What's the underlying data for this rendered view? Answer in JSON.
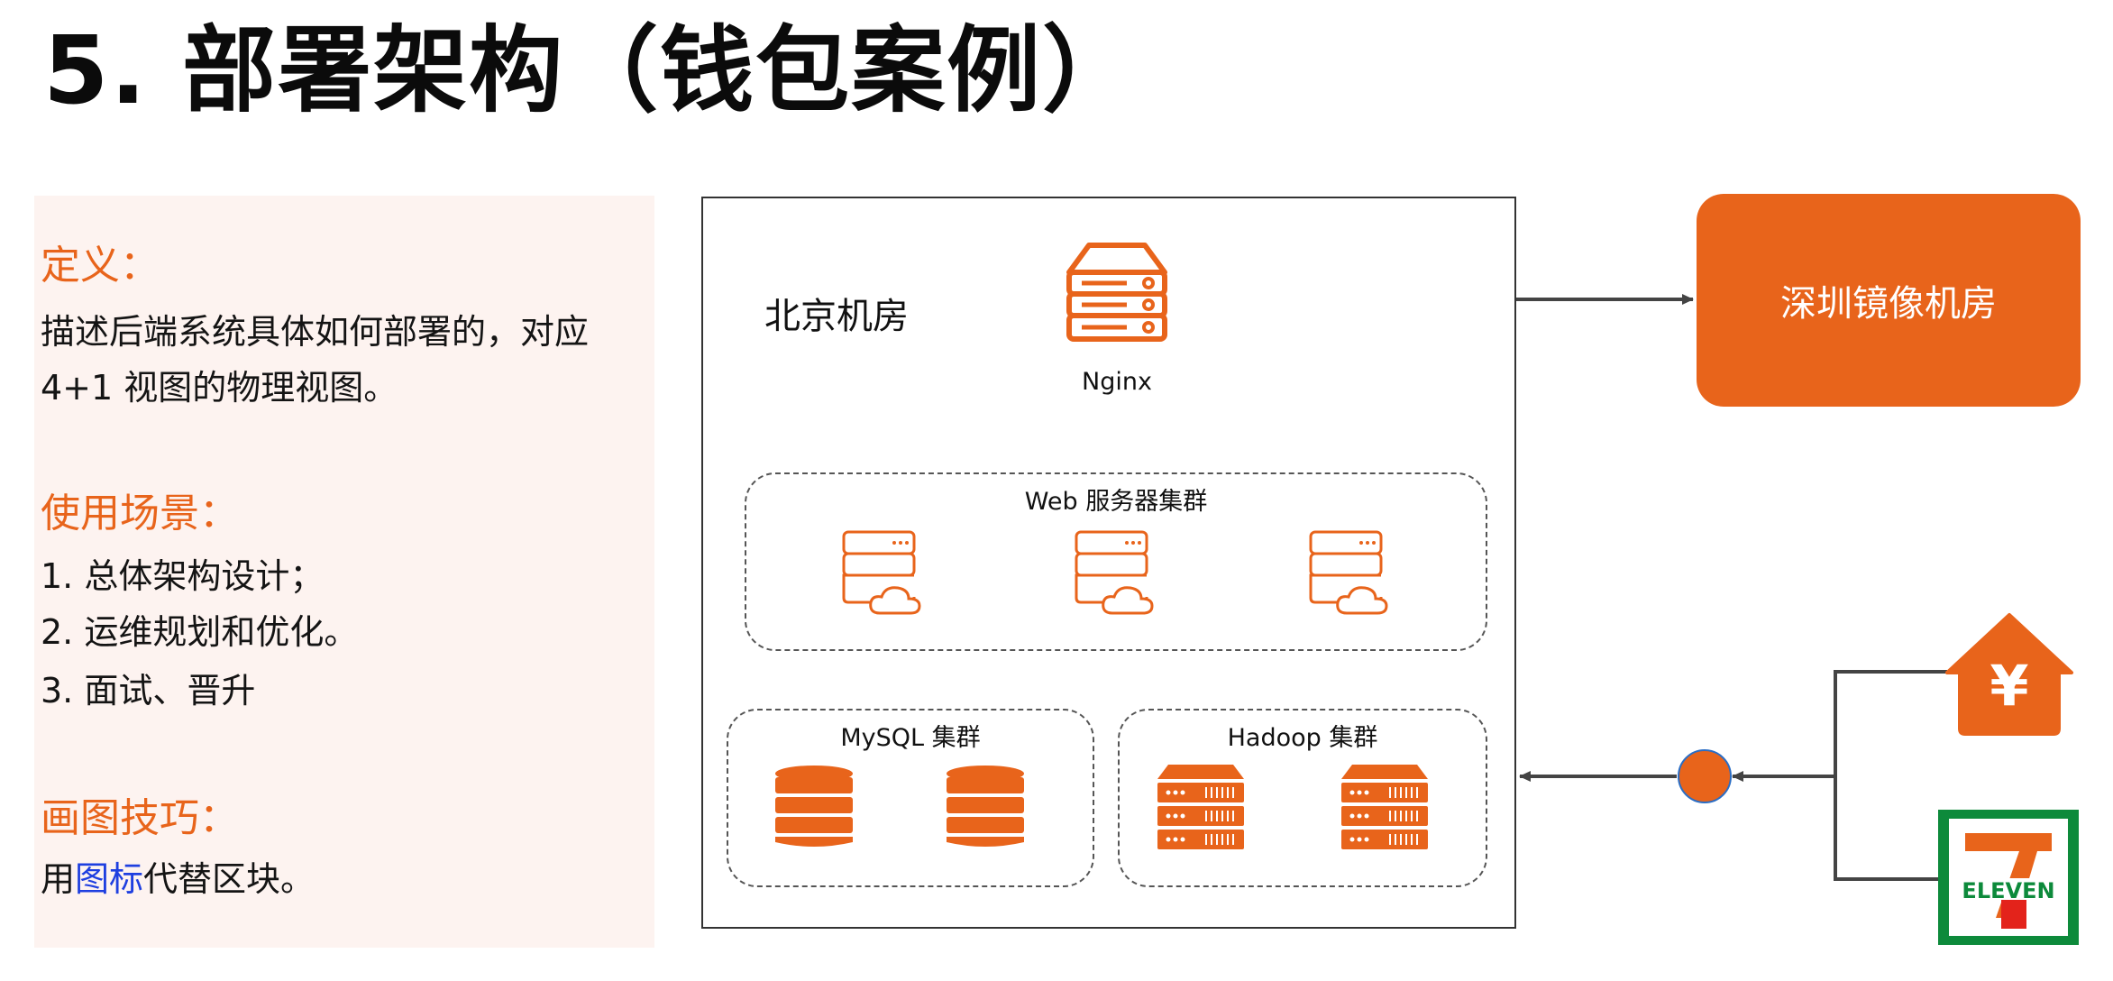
{
  "title": "5. 部署架构（钱包案例）",
  "left_panel": {
    "definition_heading": "定义：",
    "definition_lines": [
      "描述后端系统具体如何部署的，对应",
      "4+1 视图的物理视图。"
    ],
    "scenarios_heading": "使用场景：",
    "scenarios": [
      "1. 总体架构设计；",
      "2. 运维规划和优化。",
      "3. 面试、晋升"
    ],
    "tips_heading": "画图技巧：",
    "tips_prefix": "用",
    "tips_link": "图标",
    "tips_suffix": "代替区块。"
  },
  "diagram": {
    "beijing_room": "北京机房",
    "nginx_label": "Nginx",
    "web_cluster": "Web 服务器集群",
    "mysql_cluster": "MySQL 集群",
    "hadoop_cluster": "Hadoop 集群",
    "shenzhen_room": "深圳镜像机房",
    "yuan_symbol": "¥",
    "seven_eleven_text": "ELEVEN"
  },
  "colors": {
    "accent": "#e8641b",
    "link": "#1e3fe0",
    "panel_bg": "#fdf3f0",
    "line": "#444444",
    "seven_green": "#0d8a3b",
    "seven_red": "#e3231b"
  }
}
